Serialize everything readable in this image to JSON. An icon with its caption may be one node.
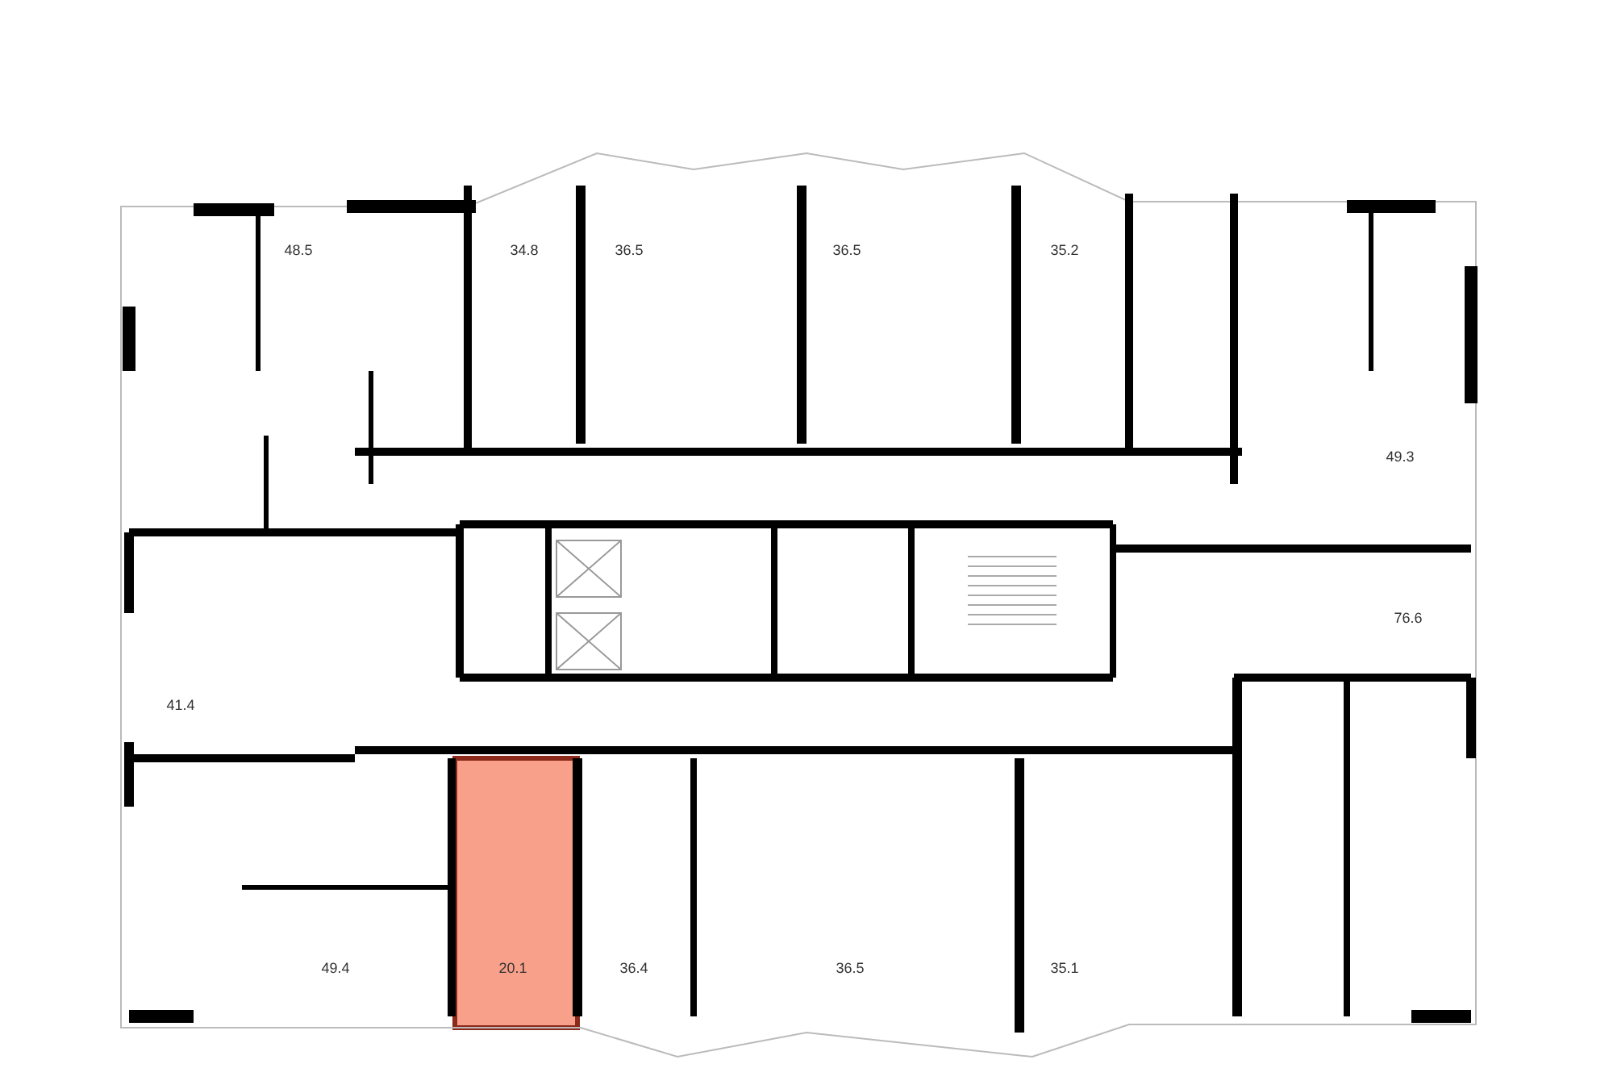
{
  "diagram": {
    "labels": [
      "48.5",
      "34.8",
      "36.5",
      "36.5",
      "35.2",
      "49.3",
      "76.6",
      "41.4",
      "49.4",
      "20.1",
      "36.4",
      "36.5",
      "35.1"
    ]
  }
}
